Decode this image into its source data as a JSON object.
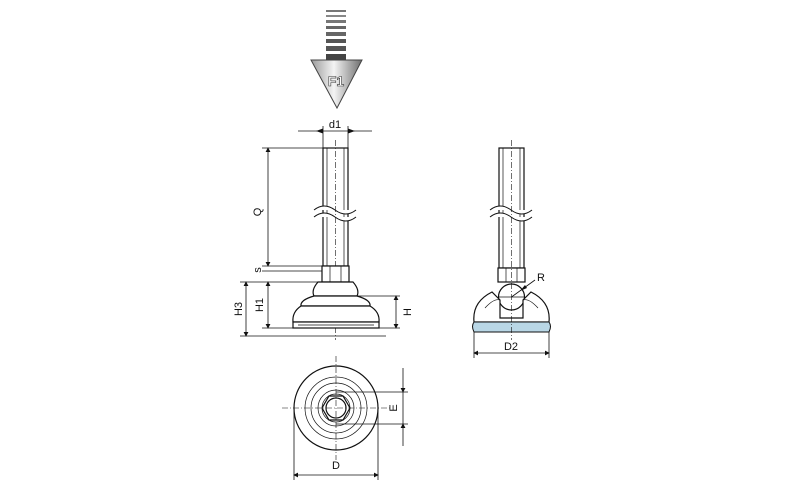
{
  "labels": {
    "force": "F1",
    "d1": "d1",
    "Q": "Q",
    "s": "s",
    "H3": "H3",
    "H1": "H1",
    "H": "H",
    "R": "R",
    "D2": "D2",
    "E": "E",
    "D": "D"
  },
  "colors": {
    "line": "#111111",
    "foot_pad": "#b9d7e6",
    "arrow_dark": "#555555",
    "arrow_light": "#f2f2f2"
  }
}
